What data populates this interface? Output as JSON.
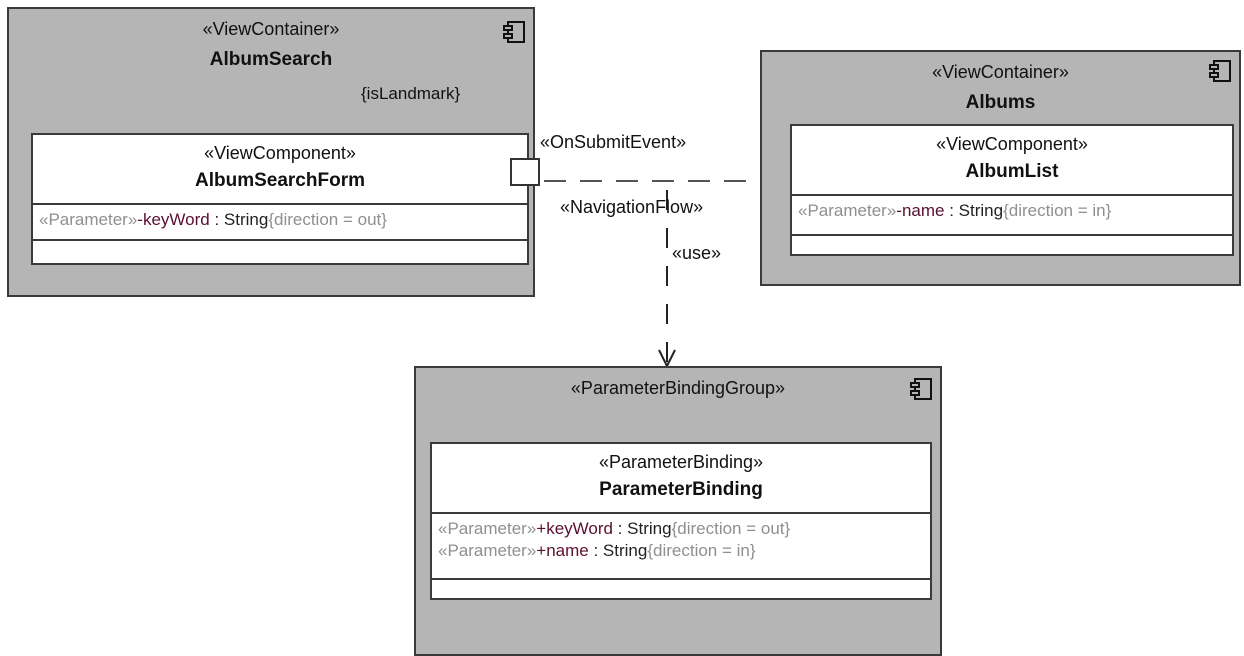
{
  "album_search": {
    "stereotype": "«ViewContainer»",
    "name": "AlbumSearch",
    "property": "{isLandmark}",
    "form": {
      "stereotype": "«ViewComponent»",
      "name": "AlbumSearchForm",
      "attr": {
        "stereotype": "«Parameter»",
        "name": "-keyWord",
        "type": " : String",
        "constraint": "{direction = out}"
      }
    }
  },
  "albums": {
    "stereotype": "«ViewContainer»",
    "name": "Albums",
    "list": {
      "stereotype": "«ViewComponent»",
      "name": "AlbumList",
      "attr": {
        "stereotype": "«Parameter»",
        "name": "-name",
        "type": " : String",
        "constraint": "{direction = in}"
      }
    }
  },
  "binding_group": {
    "stereotype": "«ParameterBindingGroup»",
    "binding": {
      "stereotype": "«ParameterBinding»",
      "name": "ParameterBinding",
      "attrs": [
        {
          "stereotype": "«Parameter»",
          "name": "+keyWord",
          "type": " : String",
          "constraint": "{direction = out}"
        },
        {
          "stereotype": "«Parameter»",
          "name": "+name",
          "type": " : String",
          "constraint": "{direction = in}"
        }
      ]
    }
  },
  "connectors": {
    "event": "«OnSubmitEvent»",
    "flow": "«NavigationFlow»",
    "use": "«use»"
  }
}
